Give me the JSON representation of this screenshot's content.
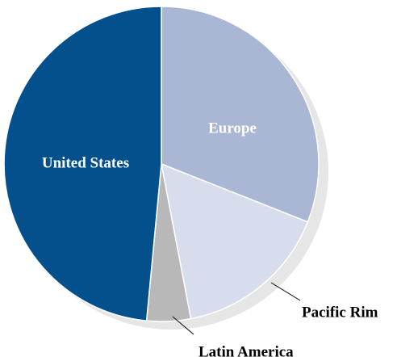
{
  "chart_data": {
    "type": "pie",
    "title": "",
    "start_angle_deg": 0,
    "direction": "clockwise",
    "legend": "none",
    "slices": [
      {
        "label": "Europe",
        "value": 31,
        "color": "#a9b6d4",
        "label_color": "#ffffff",
        "label_position": "inside"
      },
      {
        "label": "Pacific Rim",
        "value": 16,
        "color": "#d8dded",
        "label_color": "#000000",
        "label_position": "outside"
      },
      {
        "label": "Latin America",
        "value": 4.5,
        "color": "#b8b8b8",
        "label_color": "#000000",
        "label_position": "outside"
      },
      {
        "label": "United States",
        "value": 48.5,
        "color": "#04508c",
        "label_color": "#ffffff",
        "label_position": "inside"
      }
    ],
    "slice_border_color": "#ffffff",
    "shadow_color": "#e6e6e6",
    "leader_color": "#333333"
  }
}
